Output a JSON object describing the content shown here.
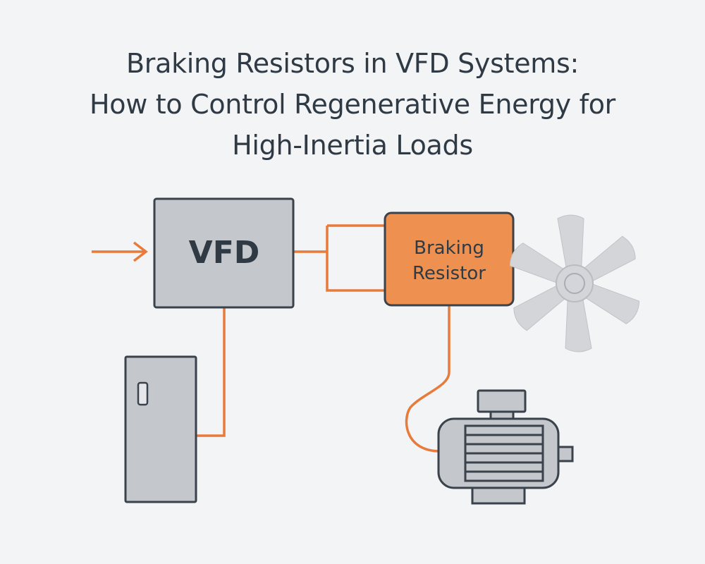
{
  "title": {
    "line1": "Braking Resistors in VFD Systems:",
    "line2": "How to Control Regenerative Energy for",
    "line3": "High-Inertia Loads"
  },
  "diagram": {
    "vfd_label": "VFD",
    "resistor_label_line1": "Braking",
    "resistor_label_line2": "Resistor"
  },
  "colors": {
    "background": "#f3f4f6",
    "wire": "#e87a3a",
    "resistor_fill": "#ee9150",
    "box_fill": "#c4c7cc",
    "outline": "#3a424b",
    "fan": "#d3d5d8"
  },
  "icons": [
    "input-arrow-icon",
    "cabinet-icon",
    "fan-icon",
    "motor-icon"
  ]
}
